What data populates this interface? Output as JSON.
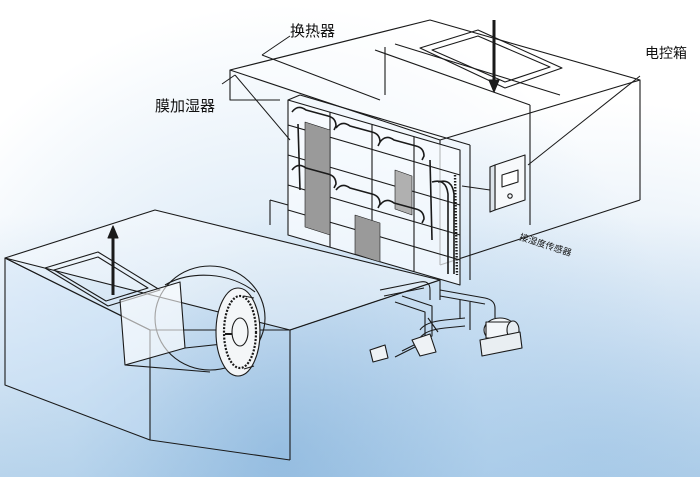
{
  "labels": {
    "heat_exchanger": "换热器",
    "electric_box": "电控箱",
    "membrane_humidifier": "膜加湿器",
    "humidity_sensor": "接湿度传感器"
  }
}
